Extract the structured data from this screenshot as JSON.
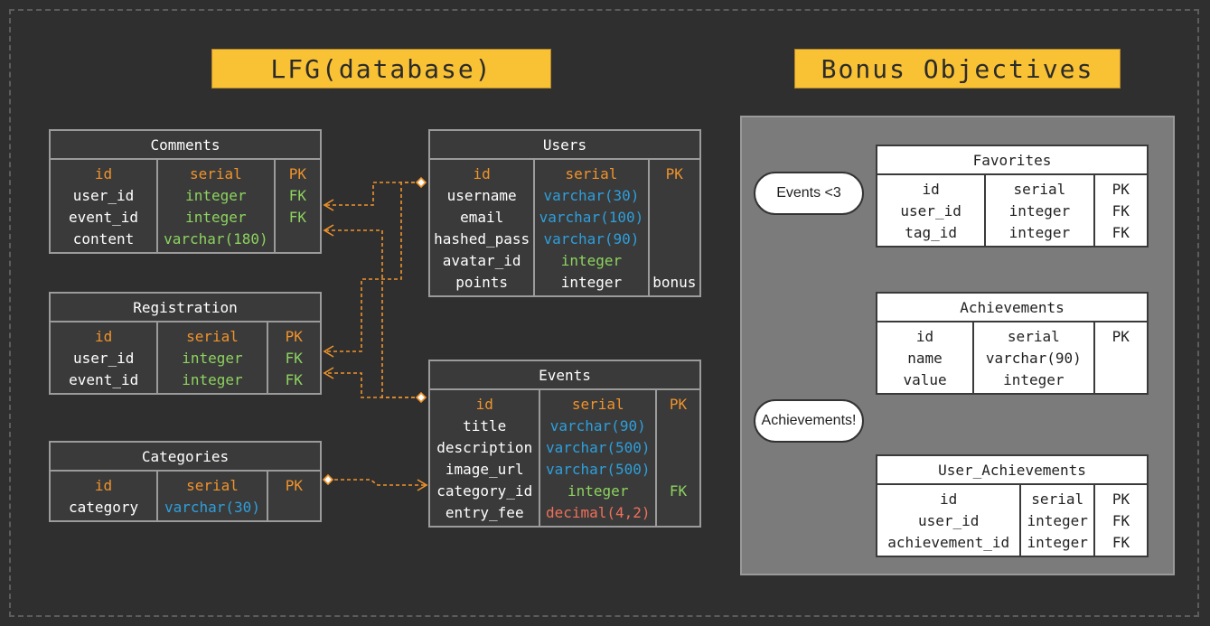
{
  "title_left": "LFG(database)",
  "title_right": "Bonus Objectives",
  "colors": {
    "background": "#2f2f2f",
    "title_fill": "#f9c234",
    "key": "#f0932b",
    "integer": "#8dd35f",
    "varchar": "#2d9fdc",
    "decimal": "#f0705a",
    "connector": "#f0932b",
    "bonus_panel": "#7b7b7b"
  },
  "tables": {
    "comments": {
      "name": "Comments",
      "rows": [
        {
          "field": "id",
          "type": "serial",
          "key": "PK"
        },
        {
          "field": "user_id",
          "type": "integer",
          "key": "FK"
        },
        {
          "field": "event_id",
          "type": "integer",
          "key": "FK"
        },
        {
          "field": "content",
          "type": "varchar(180)",
          "key": ""
        }
      ]
    },
    "registration": {
      "name": "Registration",
      "rows": [
        {
          "field": "id",
          "type": "serial",
          "key": "PK"
        },
        {
          "field": "user_id",
          "type": "integer",
          "key": "FK"
        },
        {
          "field": "event_id",
          "type": "integer",
          "key": "FK"
        }
      ]
    },
    "categories": {
      "name": "Categories",
      "rows": [
        {
          "field": "id",
          "type": "serial",
          "key": "PK"
        },
        {
          "field": "category",
          "type": "varchar(30)",
          "key": ""
        }
      ]
    },
    "users": {
      "name": "Users",
      "rows": [
        {
          "field": "id",
          "type": "serial",
          "key": "PK"
        },
        {
          "field": "username",
          "type": "varchar(30)",
          "key": ""
        },
        {
          "field": "email",
          "type": "varchar(100)",
          "key": ""
        },
        {
          "field": "hashed_pass",
          "type": "varchar(90)",
          "key": ""
        },
        {
          "field": "avatar_id",
          "type": "integer",
          "key": ""
        },
        {
          "field": "points",
          "type": "integer",
          "key": "bonus"
        }
      ]
    },
    "events": {
      "name": "Events",
      "rows": [
        {
          "field": "id",
          "type": "serial",
          "key": "PK"
        },
        {
          "field": "title",
          "type": "varchar(90)",
          "key": ""
        },
        {
          "field": "description",
          "type": "varchar(500)",
          "key": ""
        },
        {
          "field": "image_url",
          "type": "varchar(500)",
          "key": ""
        },
        {
          "field": "category_id",
          "type": "integer",
          "key": "FK"
        },
        {
          "field": "entry_fee",
          "type": "decimal(4,2)",
          "key": ""
        }
      ]
    },
    "favorites": {
      "name": "Favorites",
      "rows": [
        {
          "field": "id",
          "type": "serial",
          "key": "PK"
        },
        {
          "field": "user_id",
          "type": "integer",
          "key": "FK"
        },
        {
          "field": "tag_id",
          "type": "integer",
          "key": "FK"
        }
      ]
    },
    "achievements": {
      "name": "Achievements",
      "rows": [
        {
          "field": "id",
          "type": "serial",
          "key": "PK"
        },
        {
          "field": "name",
          "type": "varchar(90)",
          "key": ""
        },
        {
          "field": "value",
          "type": "integer",
          "key": ""
        }
      ]
    },
    "user_achievements": {
      "name": "User_Achievements",
      "rows": [
        {
          "field": "id",
          "type": "serial",
          "key": "PK"
        },
        {
          "field": "user_id",
          "type": "integer",
          "key": "FK"
        },
        {
          "field": "achievement_id",
          "type": "integer",
          "key": "FK"
        }
      ]
    }
  },
  "pills": {
    "events": "Events <3",
    "achievements": "Achievements!"
  }
}
